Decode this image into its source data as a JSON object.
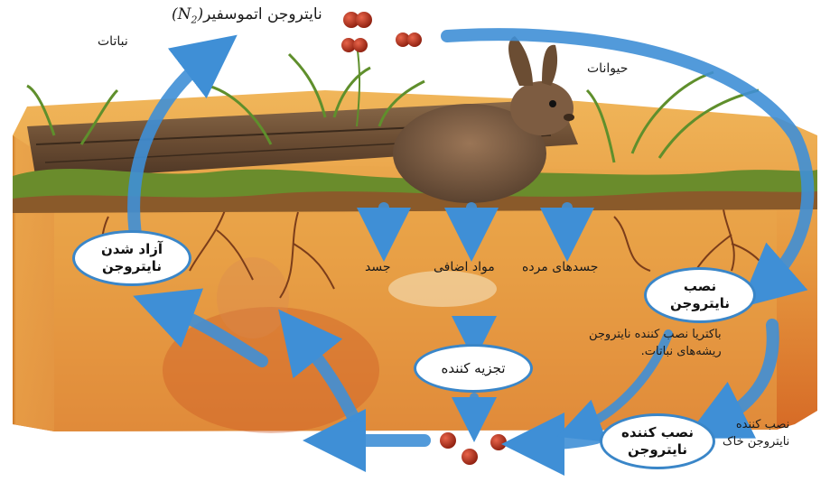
{
  "atmosphere": {
    "label": "نایتروجن اتموسفیر",
    "formula_symbol": "N",
    "formula_subscript": "2"
  },
  "labels": {
    "plants": "نباتات",
    "animals": "حیوانات",
    "body": "جسد",
    "waste": "مواد اضافی",
    "dead_bodies": "جسدهای مرده",
    "root_bacteria_line1": "باکتریا نصب کننده نایتروجن",
    "root_bacteria_line2": "ریشه‌های نباتات.",
    "soil_fixing_line1": "نصب کننده",
    "soil_fixing_line2": "نایتروجن خاک"
  },
  "ovals": {
    "release_line1": "آزاد شدن",
    "release_line2": "نایتروجن",
    "fixation_line1": "نصب",
    "fixation_line2": "نایتروجن",
    "decomposer": "تجزیه کننده",
    "fixer_line1": "نصب کننده",
    "fixer_line2": "نایتروجن"
  },
  "colors": {
    "arrow": "#3f8fd6",
    "oval_border": "#3a86c8",
    "soil_top": "#e7a24a",
    "soil_bottom": "#d9702a",
    "grass": "#5f8f2c"
  }
}
